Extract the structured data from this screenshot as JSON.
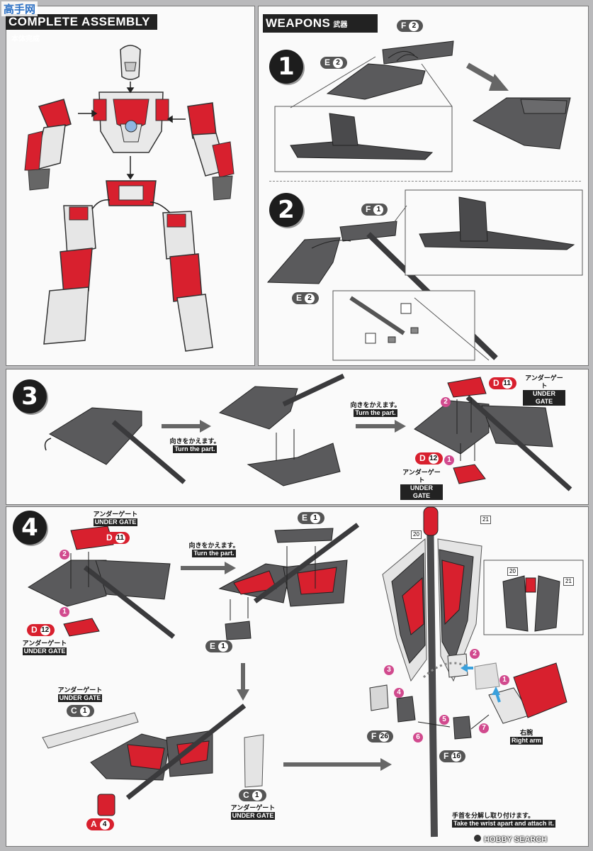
{
  "watermark_site": "高手网",
  "complete_assembly": {
    "title": "COMPLETE ASSEMBLY",
    "title_jp": "本体完成"
  },
  "weapons": {
    "title": "WEAPONS",
    "title_jp": "武器"
  },
  "steps": [
    "1",
    "2",
    "3",
    "4"
  ],
  "parts": {
    "f2": {
      "letter": "F",
      "num": "2"
    },
    "e2_s1": {
      "letter": "E",
      "num": "2"
    },
    "f1": {
      "letter": "F",
      "num": "1"
    },
    "e2_s2": {
      "letter": "E",
      "num": "2"
    },
    "d11_s3": {
      "letter": "D",
      "num": "11"
    },
    "d12_s3": {
      "letter": "D",
      "num": "12"
    },
    "d11_s4": {
      "letter": "D",
      "num": "11"
    },
    "d12_s4": {
      "letter": "D",
      "num": "12"
    },
    "e1_top": {
      "letter": "E",
      "num": "1"
    },
    "e1_bot": {
      "letter": "E",
      "num": "1"
    },
    "c1_left": {
      "letter": "C",
      "num": "1"
    },
    "c1_right": {
      "letter": "C",
      "num": "1"
    },
    "a4": {
      "letter": "A",
      "num": "4"
    },
    "f26": {
      "letter": "F",
      "num": "26"
    },
    "f16": {
      "letter": "F",
      "num": "16"
    }
  },
  "notes": {
    "under_gate_jp": "アンダーゲート",
    "under_gate_en": "UNDER GATE",
    "turn_jp": "向きをかえます。",
    "turn_en": "Turn the part.",
    "right_arm_jp": "右腕",
    "right_arm_en": "Right arm",
    "wrist_jp": "手首を分解し取り付けます。",
    "wrist_en": "Take the wrist apart and attach it."
  },
  "order_badges": [
    "1",
    "2",
    "3",
    "4",
    "5",
    "6",
    "7"
  ],
  "sticker_labels": [
    "20",
    "21"
  ],
  "hobby_search": "HOBBY SEARCH",
  "colors": {
    "red": "#d8202e",
    "dark_grey": "#4a4a4c",
    "pink_badge": "#d14a8e",
    "blue_arrow": "#3aa0dc"
  }
}
